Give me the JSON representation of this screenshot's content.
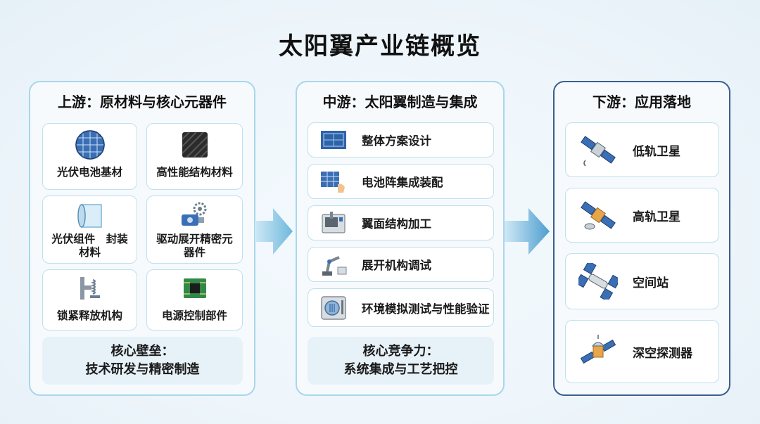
{
  "title": "太阳翼产业链概览",
  "upstream": {
    "header": "上游：原材料与核心元器件",
    "items": [
      {
        "label": "光伏电池基材",
        "icon": "solar-cell-icon"
      },
      {
        "label": "高性能结构材料",
        "icon": "carbon-fiber-icon"
      },
      {
        "label_line1": "光伏组件　封装",
        "label_line2": "材料",
        "icon": "film-roll-icon"
      },
      {
        "label_line1": "驱动展开精密元",
        "label_line2": "器件",
        "icon": "gear-motor-icon"
      },
      {
        "label": "锁紧释放机构",
        "icon": "latch-spring-icon"
      },
      {
        "label": "电源控制部件",
        "icon": "circuit-board-icon"
      }
    ],
    "core_line1": "核心壁垒：",
    "core_line2": "技术研发与精密制造"
  },
  "midstream": {
    "header": "中游：太阳翼制造与集成",
    "items": [
      {
        "label": "整体方案设计",
        "icon": "blueprint-icon"
      },
      {
        "label": "电池阵集成装配",
        "icon": "panel-assembly-icon"
      },
      {
        "label": "翼面结构加工",
        "icon": "cnc-machine-icon"
      },
      {
        "label": "展开机构调试",
        "icon": "robot-arm-icon"
      },
      {
        "label": "环境模拟测试与性能验证",
        "icon": "test-chamber-icon"
      }
    ],
    "core_line1": "核心竞争力：",
    "core_line2": "系统集成与工艺把控"
  },
  "downstream": {
    "header": "下游：应用落地",
    "items": [
      {
        "label": "低轨卫星",
        "icon": "leo-satellite-icon"
      },
      {
        "label": "高轨卫星",
        "icon": "geo-satellite-icon"
      },
      {
        "label": "空间站",
        "icon": "space-station-icon"
      },
      {
        "label": "深空探测器",
        "icon": "deep-space-probe-icon"
      }
    ]
  },
  "colors": {
    "panel_border_light": "#a9d6ea",
    "panel_border_dark": "#3d5f8f",
    "card_border": "#bfe0ee",
    "core_bg": "#e7f1f8",
    "arrow": "#7ec3e3",
    "panel_blue": "#3a6fb5"
  }
}
